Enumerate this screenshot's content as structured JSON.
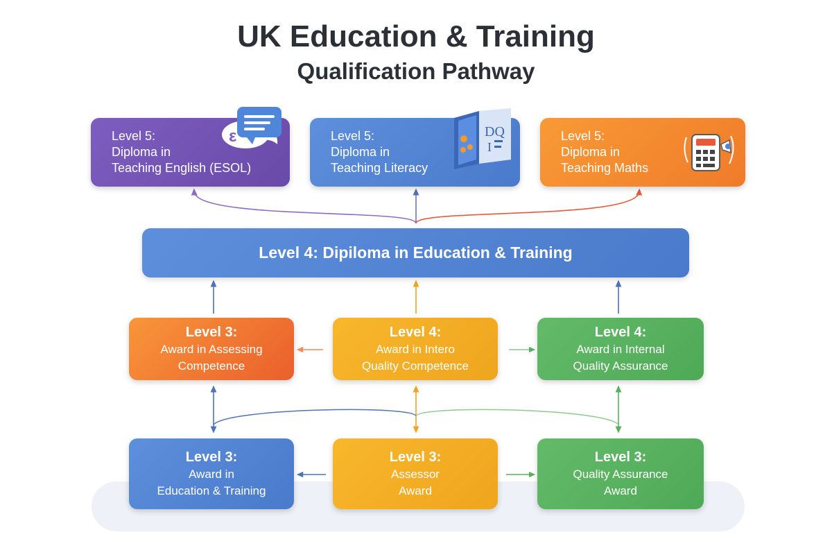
{
  "title": "UK Education & Training",
  "subtitle": "Qualification Pathway",
  "level5": [
    {
      "line1": "Level 5:",
      "line2": "Diploma in",
      "line3": "Teaching English (ESOL)",
      "icon": "speech-bubble-icon",
      "color": "#6f4fb0"
    },
    {
      "line1": "Level 5:",
      "line2": "Diploma in",
      "line3": "Teaching Literacy",
      "icon": "book-icon",
      "color": "#4f7fcf"
    },
    {
      "line1": "Level 5:",
      "line2": "Diploma in",
      "line3": "Teaching Maths",
      "icon": "calculator-icon",
      "color": "#f28a30"
    }
  ],
  "level4_banner": "Level 4: Dipiloma in Education & Training",
  "middle_row": [
    {
      "level": "Level 3:",
      "line1": "Award in Assessing",
      "line2": "Competence",
      "color": "#f07a2e"
    },
    {
      "level": "Level 4:",
      "line1": "Award in Intero",
      "line2": "Quality Competence",
      "color": "#f4ac24"
    },
    {
      "level": "Level 4:",
      "line1": "Award in Internal",
      "line2": "Quality Assurance",
      "color": "#58b15e"
    }
  ],
  "bottom_row": [
    {
      "level": "Level 3:",
      "line1": "Award in",
      "line2": "Education & Training",
      "color": "#5588d6"
    },
    {
      "level": "Level 3:",
      "line1": "Assessor",
      "line2": "Award",
      "color": "#f4ac24"
    },
    {
      "level": "Level 3:",
      "line1": "Quality Assurance",
      "line2": "Award",
      "color": "#58b15e"
    }
  ]
}
